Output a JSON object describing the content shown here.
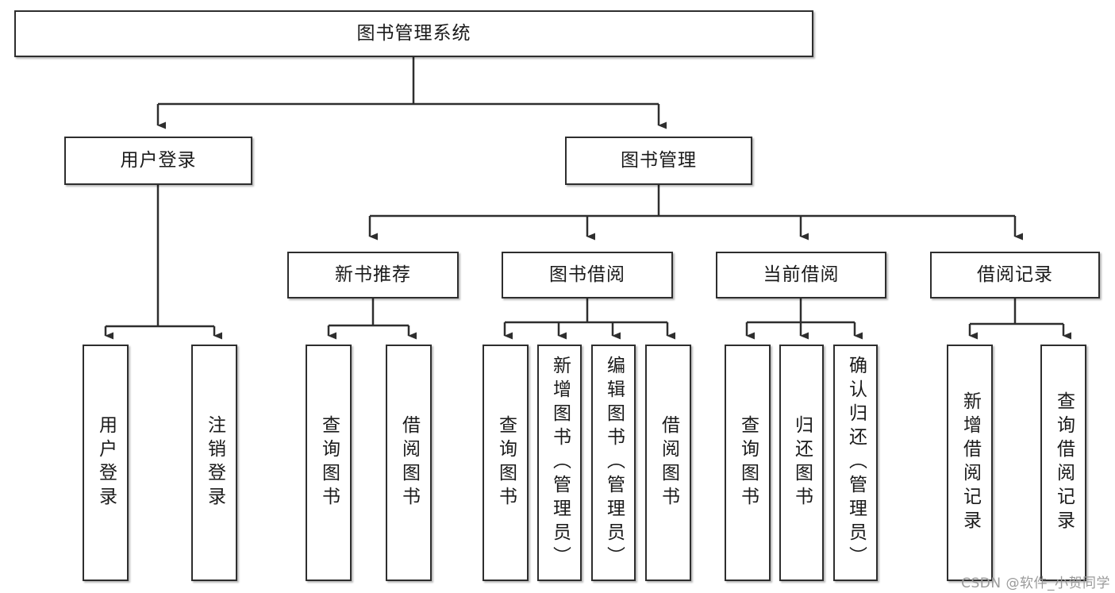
{
  "diagram": {
    "title": "图书管理系统",
    "type": "functional-structure-tree",
    "root": {
      "label": "图书管理系统"
    },
    "level2": [
      {
        "label": "用户登录"
      },
      {
        "label": "图书管理"
      }
    ],
    "level3": [
      {
        "label": "新书推荐"
      },
      {
        "label": "图书借阅"
      },
      {
        "label": "当前借阅"
      },
      {
        "label": "借阅记录"
      }
    ],
    "leaves": {
      "user_login": [
        {
          "label": "用户登录"
        },
        {
          "label": "注销登录"
        }
      ],
      "new_book_recommend": [
        {
          "label": "查询图书"
        },
        {
          "label": "借阅图书"
        }
      ],
      "book_borrow": [
        {
          "label": "查询图书"
        },
        {
          "label": "新增图书（管理员）"
        },
        {
          "label": "编辑图书（管理员）"
        },
        {
          "label": "借阅图书"
        }
      ],
      "current_borrow": [
        {
          "label": "查询图书"
        },
        {
          "label": "归还图书"
        },
        {
          "label": "确认归还（管理员）"
        }
      ],
      "borrow_records": [
        {
          "label": "新增借阅记录"
        },
        {
          "label": "查询借阅记录"
        }
      ]
    }
  },
  "watermark": {
    "text": "CSDN @软件_小贺同学"
  },
  "colors": {
    "border": "#2e2e2e",
    "fill": "#ffffff",
    "text": "#1a1a1a",
    "connector": "#2e2e2e",
    "watermark": "#9a9a9a"
  }
}
